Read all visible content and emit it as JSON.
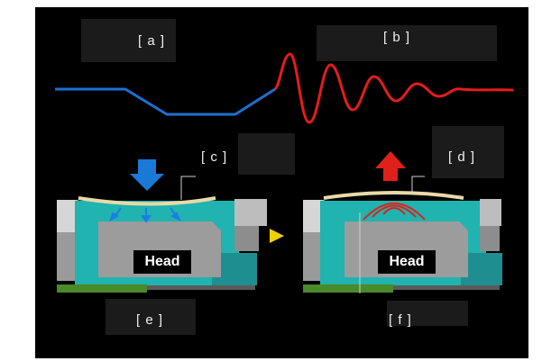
{
  "labels": {
    "a": "[ a ]",
    "b": "[ b ]",
    "c": "[ c ]",
    "d": "[ d ]",
    "e": "[ e ]",
    "f": "[ f ]"
  },
  "head_left": "Head",
  "head_right": "Head",
  "colors": {
    "background": "#000000",
    "press_waveform": "#1f6fd1",
    "vibration_waveform": "#e51c1c",
    "press_arrow": "#1a78d6",
    "release_arrow": "#e0201a",
    "teal_fill": "#20b3b0",
    "diaphragm": "#e8d9a8",
    "gray_body": "#9a9a9a",
    "pcb_green": "#4a8a2a",
    "transition_arrow": "#f0d000"
  }
}
